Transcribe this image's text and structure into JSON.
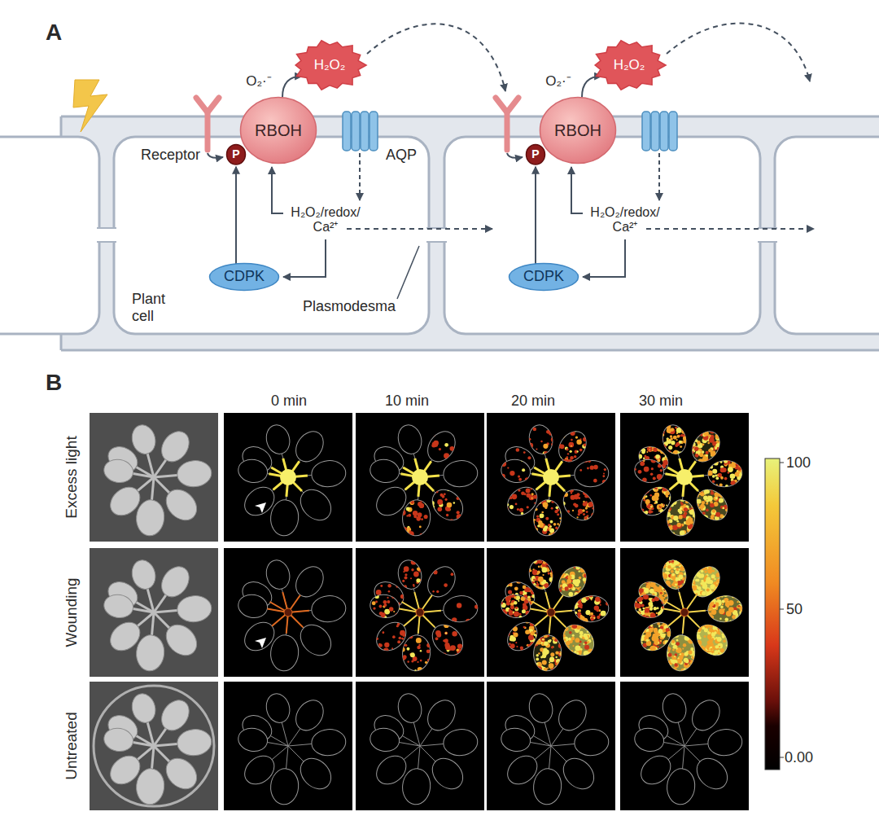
{
  "diagram": {
    "nodes": [
      {
        "text": [
          "H₂O₂"
        ]
      },
      {
        "text": [
          "RBOH"
        ]
      },
      {
        "text": [
          "P"
        ]
      },
      {
        "text": [
          "CDPK"
        ]
      },
      {
        "text": [
          "H₂O₂"
        ]
      },
      {
        "text": [
          "RBOH"
        ]
      },
      {
        "text": [
          "P"
        ]
      },
      {
        "text": [
          "CDPK"
        ]
      }
    ],
    "edges": [
      {
        "from": 1,
        "to": 0,
        "arrow": "to"
      },
      {
        "from": 3,
        "to": 2,
        "arrow": "to"
      },
      {
        "from": 5,
        "to": 4,
        "arrow": "to"
      },
      {
        "from": 7,
        "to": 6,
        "arrow": "to"
      }
    ],
    "labels": [
      "A",
      "Receptor",
      "O₂·⁻",
      "AQP",
      "H₂O₂/redox/ Ca²⁺",
      "Plant cell",
      "Plasmodesma",
      "O₂·⁻",
      "H₂O₂/redox/ Ca²⁺",
      "B",
      "0 min",
      "10 min",
      "20 min",
      "30 min",
      "Excess light",
      "Wounding",
      "Untreated",
      "100",
      "50",
      "0.00"
    ]
  }
}
